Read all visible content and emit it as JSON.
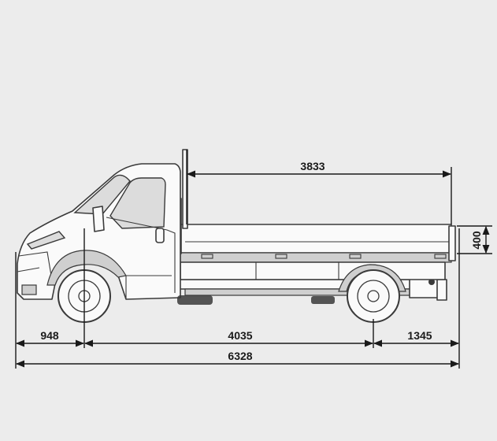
{
  "diagram": {
    "type": "vehicle-dimension-drawing",
    "dimensions": {
      "cargo_length": "3833",
      "side_height": "400",
      "front_overhang": "948",
      "wheelbase": "4035",
      "rear_overhang": "1345",
      "overall_length": "6328"
    },
    "colors": {
      "background": "#ececec",
      "line": "#1a1a1a",
      "body": "#fafafa"
    }
  }
}
